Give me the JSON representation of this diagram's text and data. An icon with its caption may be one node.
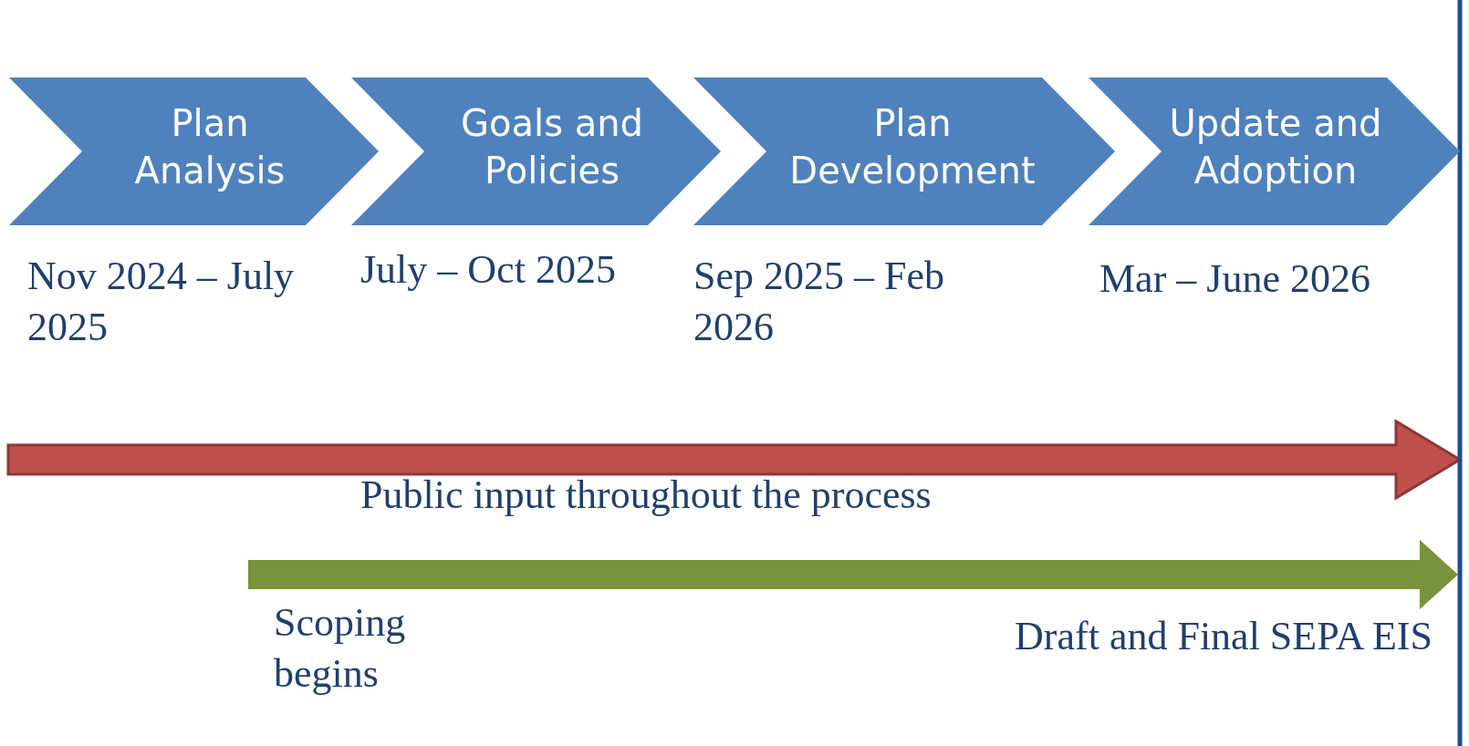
{
  "diagram": {
    "nodes": [
      {
        "text": [
          "Plan Analysis"
        ],
        "beside": [
          "Nov 2024 – July 2025"
        ]
      },
      {
        "text": [
          "Goals and Policies"
        ],
        "beside": [
          "July – Oct 2025"
        ]
      },
      {
        "text": [
          "Plan Development"
        ],
        "beside": [
          "Sep 2025 – Feb 2026"
        ]
      },
      {
        "text": [
          "Update and Adoption"
        ],
        "beside": [
          "Mar – June 2026"
        ]
      }
    ],
    "edges": [],
    "labels": [
      "Public input throughout the process",
      "Scoping begins",
      "Draft and Final SEPA EIS"
    ]
  }
}
